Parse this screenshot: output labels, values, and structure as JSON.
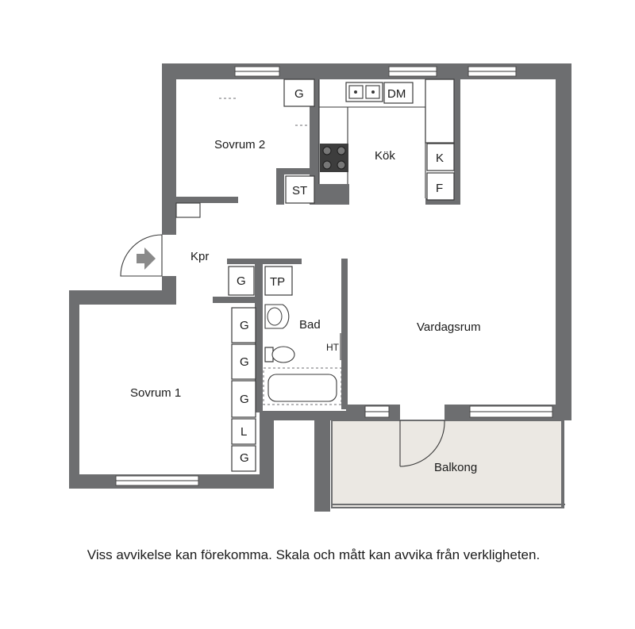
{
  "rooms": {
    "sovrum_2": "Sovrum 2",
    "kok": "Kök",
    "kpr": "Kpr",
    "bad": "Bad",
    "vardagsrum": "Vardagsrum",
    "sovrum_1": "Sovrum 1",
    "balkong": "Balkong"
  },
  "fixtures": {
    "g": "G",
    "dm": "DM",
    "k": "K",
    "f": "F",
    "st": "ST",
    "tp": "TP",
    "l": "L",
    "ht": "HT"
  },
  "disclaimer": "Viss avvikelse kan förekomma. Skala och mått kan avvika från verkligheten.",
  "colors": {
    "wall": "#6d6e70",
    "balcony": "#ebe8e3",
    "background": "#ffffff"
  }
}
